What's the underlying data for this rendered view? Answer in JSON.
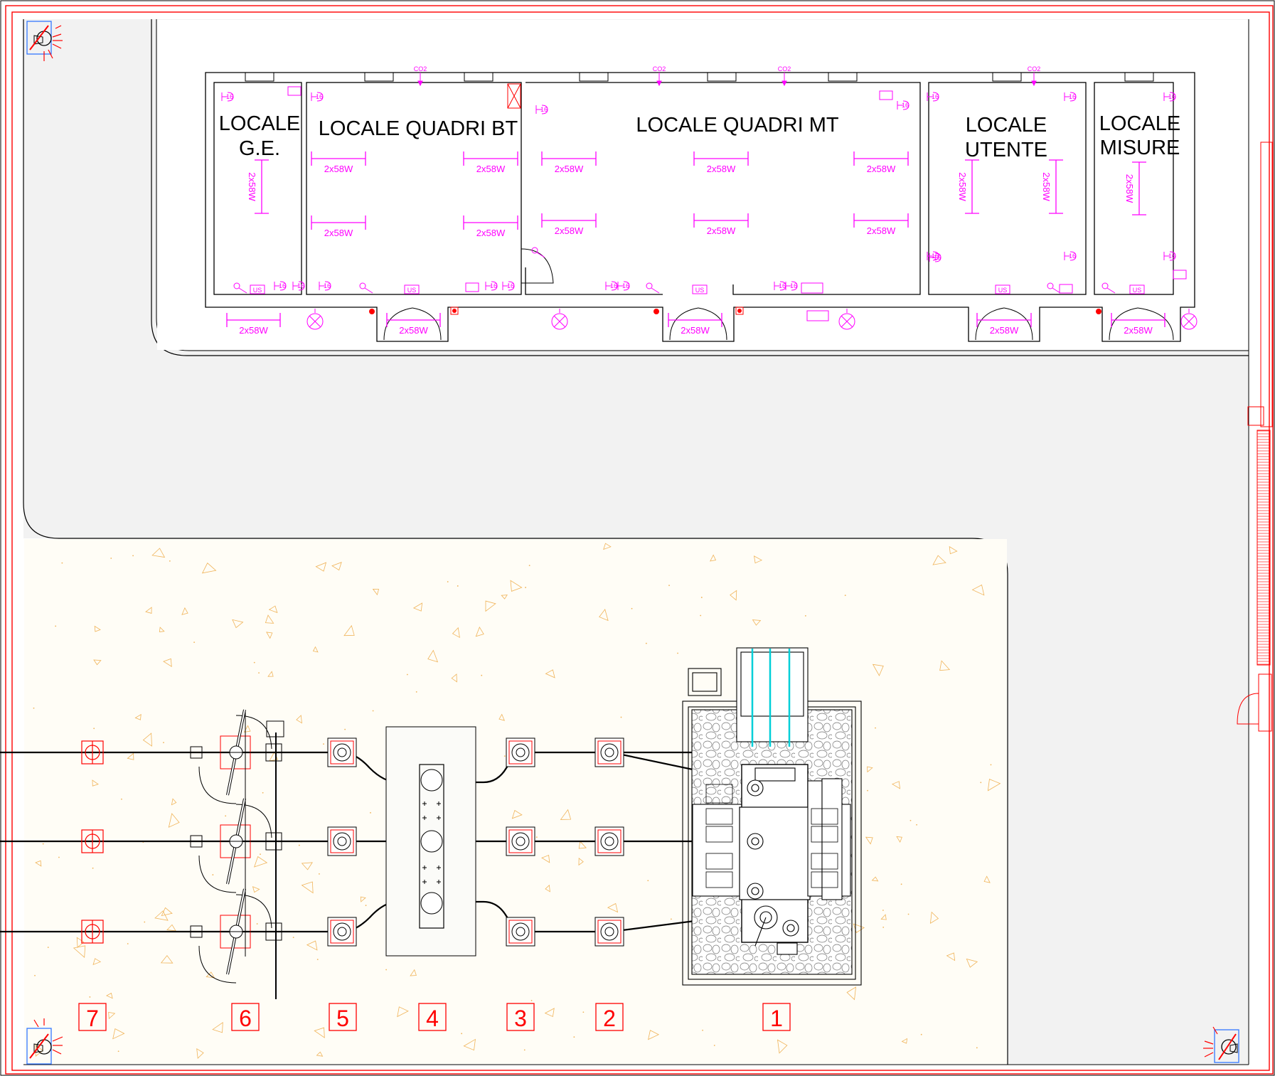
{
  "rooms": [
    {
      "id": "ge",
      "title_lines": [
        "LOCALE",
        "G.E."
      ]
    },
    {
      "id": "bt",
      "title_lines": [
        "LOCALE QUADRI BT"
      ]
    },
    {
      "id": "mt",
      "title_lines": [
        "LOCALE QUADRI MT"
      ]
    },
    {
      "id": "utente",
      "title_lines": [
        "LOCALE",
        "UTENTE"
      ]
    },
    {
      "id": "misure",
      "title_lines": [
        "LOCALE",
        "MISURE"
      ]
    }
  ],
  "luminaire_label": "2x58W",
  "exit_sign_label": "US",
  "co2_label": "CO2",
  "socket_label": "16",
  "bays": [
    "7",
    "6",
    "5",
    "4",
    "3",
    "2",
    "1"
  ],
  "colors": {
    "walls": "#000000",
    "border": "#ff0000",
    "electrical": "#ff00ff",
    "apparatus_outline": "#ff0000",
    "gravel_marks": "#f0b45a",
    "pavement": "#f2f2f2",
    "yard": "#fffdf6",
    "transformer_cooling": "#00cfd8",
    "alarm_box": "#3377ff"
  },
  "icons": [
    "siren-icon",
    "emergency-lamp-icon",
    "fire-detector-icon",
    "switch-icon",
    "socket-icon"
  ]
}
